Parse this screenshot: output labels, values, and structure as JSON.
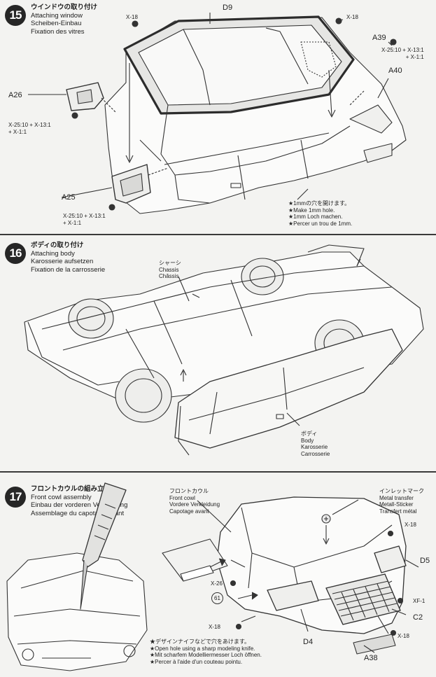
{
  "steps": [
    {
      "number": "15",
      "title_jp": "ウインドウの取り付け",
      "title_en": "Attaching window",
      "title_de": "Scheiben-Einbau",
      "title_fr": "Fixation des vitres",
      "parts": {
        "d9": "D9",
        "x18_left": "X-18",
        "x18_right": "X-18",
        "a39": "A39",
        "a40": "A40",
        "a26": "A26",
        "a25": "A25"
      },
      "paint_left": [
        "X-25:10 + X-13:1",
        "+ X-1:1"
      ],
      "paint_right": [
        "X-25:10 + X-13:1",
        "+ X-1:1"
      ],
      "paint_bottom": [
        "X-25:10 + X-13:1",
        "+ X-1:1"
      ],
      "hole_note": [
        "★1mmの穴を開けます。",
        "★Make 1mm hole.",
        "★1mm Loch machen.",
        "★Percer un trou de 1mm."
      ]
    },
    {
      "number": "16",
      "title_jp": "ボディの取り付け",
      "title_en": "Attaching body",
      "title_de": "Karosserie aufsetzen",
      "title_fr": "Fixation de la carrosserie",
      "chassis": [
        "シャーシ",
        "Chassis",
        "Châssis"
      ],
      "body": [
        "ボディ",
        "Body",
        "Karosserie",
        "Carrosserie"
      ]
    },
    {
      "number": "17",
      "title_jp": "フロントカウルの組み立て",
      "title_en": "Front cowl assembly",
      "title_de": "Einbau der vorderen Verkleidung",
      "title_fr": "Assemblage du capotage avant",
      "front_cowl": [
        "フロントカウル",
        "Front cowl",
        "Vordere Verkleidung",
        "Capotage avant"
      ],
      "inlet_mark": [
        "インレットマーク",
        "Metal transfer",
        "Metall-Sticker",
        "Transfert métal"
      ],
      "parts": {
        "x18_a": "X-18",
        "d5": "D5",
        "x26": "X-26",
        "circ61": "61",
        "xf1": "XF-1",
        "c2": "C2",
        "x18_b": "X-18",
        "x18_c": "X-18",
        "d4": "D4",
        "a38": "A38"
      },
      "knife_note": [
        "★デザインナイフなどで穴をあけます。",
        "★Open hole using a sharp modeling knife.",
        "★Mit scharfem Modelliermesser Loch öffnen.",
        "★Percer à l'aide d'un couteau pointu."
      ]
    }
  ]
}
